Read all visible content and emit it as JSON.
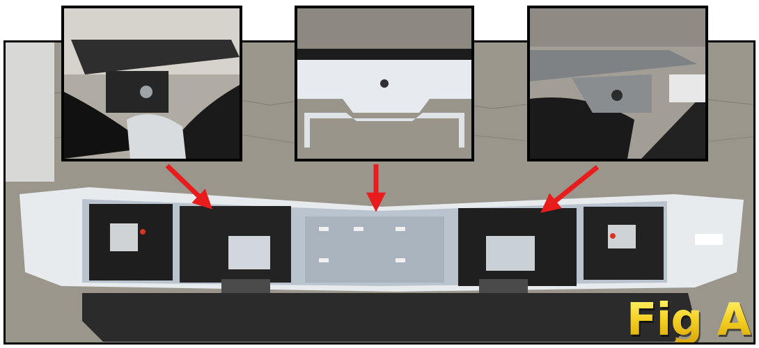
{
  "figure": {
    "label": "Fig A",
    "label_color": "#f6d62a",
    "arrow_color": "#e81c1c"
  },
  "insets": [
    {
      "name": "left-bracket-closeup",
      "surface": "textured-black"
    },
    {
      "name": "center-tab-closeup",
      "surface": "silver"
    },
    {
      "name": "right-bracket-closeup",
      "surface": "gray-coated"
    }
  ],
  "arrows": [
    {
      "name": "left-arrow"
    },
    {
      "name": "center-arrow"
    },
    {
      "name": "right-arrow"
    }
  ]
}
